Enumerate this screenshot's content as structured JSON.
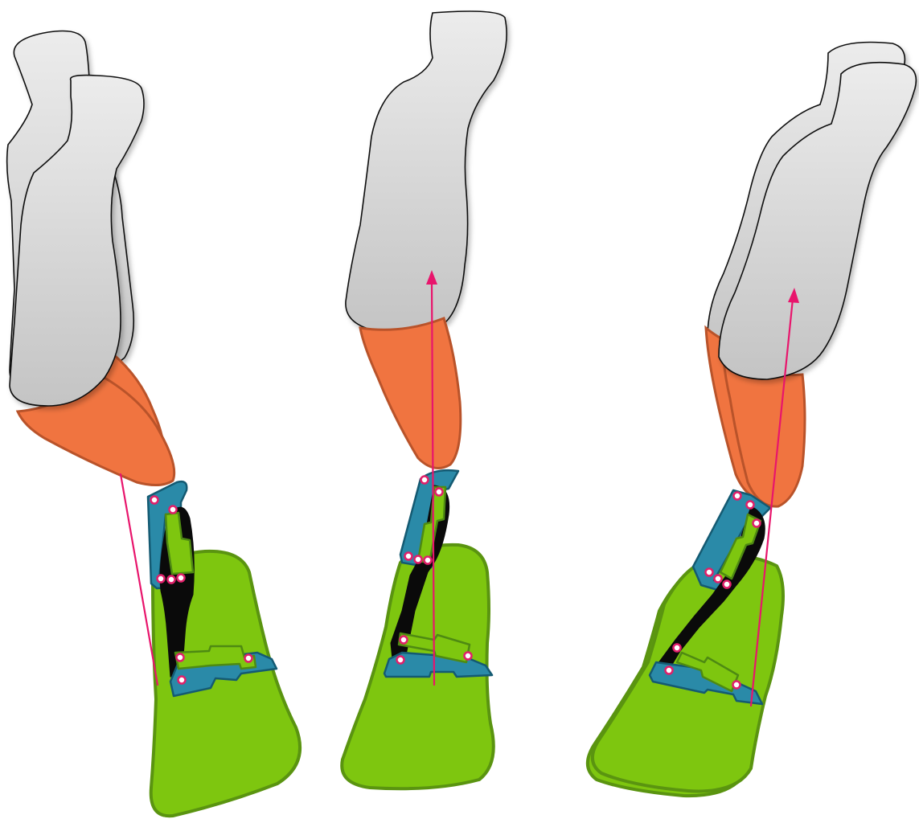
{
  "diagram": {
    "panels": [
      {
        "id": "panel-1",
        "pose": "leaning-forward"
      },
      {
        "id": "panel-2",
        "pose": "upright"
      },
      {
        "id": "panel-3",
        "pose": "leaning-back"
      }
    ]
  },
  "colors": {
    "thigh_fill_top": "#ececec",
    "thigh_fill_bottom": "#c4c4c4",
    "thigh_stroke": "#111111",
    "stump_fill": "#f07440",
    "stump_stroke": "#b9532a",
    "foot_fill": "#7ec60f",
    "foot_stroke": "#5a9410",
    "frame_fill": "#2a8aa8",
    "frame_stroke": "#145a72",
    "actuator_fill": "#7ec60f",
    "actuator_stroke": "#4e8a12",
    "strut_fill": "#0a0a0a",
    "joint_color": "#e0206a",
    "force_line": "#e8156c"
  }
}
